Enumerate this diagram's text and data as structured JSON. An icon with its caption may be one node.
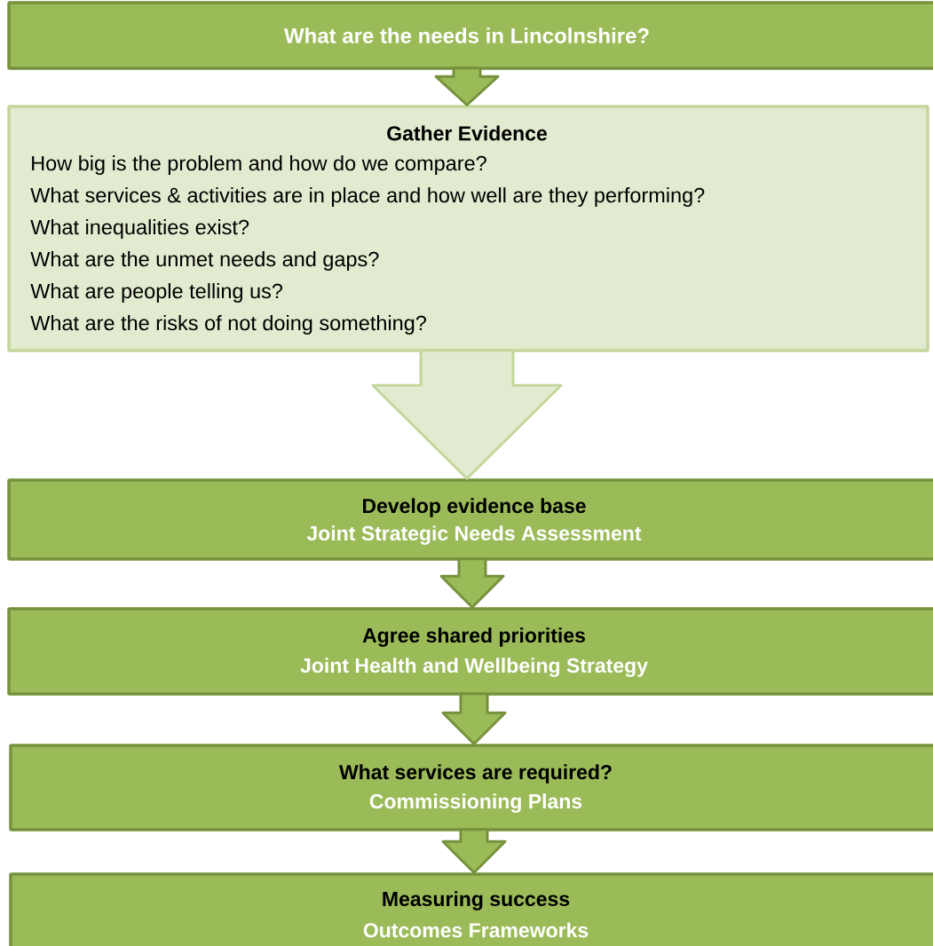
{
  "diagram": {
    "nodes": [
      {
        "text": [
          "What are the needs in Lincolnshire?"
        ]
      },
      {
        "text": [
          "Gather Evidence",
          "How big is the problem and how do we compare?",
          "What services & activities are in place and how well are they performing?",
          "What inequalities exist?",
          "What are the unmet needs and gaps?",
          "What are people telling us?",
          "What are the risks of not doing something?"
        ]
      },
      {
        "text": [
          "Develop evidence base",
          "Joint Strategic Needs Assessment"
        ]
      },
      {
        "text": [
          "Agree shared priorities",
          "Joint Health and Wellbeing Strategy"
        ]
      },
      {
        "text": [
          "What services are required?",
          "Commissioning Plans"
        ]
      },
      {
        "text": [
          "Measuring success",
          "Outcomes Frameworks"
        ]
      }
    ],
    "edges": [
      {
        "from": 0,
        "to": 1,
        "arrow": "to"
      },
      {
        "from": 1,
        "to": 2,
        "arrow": "to",
        "style": "thick",
        "color": "#e2ebd0"
      },
      {
        "from": 2,
        "to": 3,
        "arrow": "to"
      },
      {
        "from": 3,
        "to": 4,
        "arrow": "to"
      },
      {
        "from": 4,
        "to": 5,
        "arrow": "to"
      }
    ]
  }
}
